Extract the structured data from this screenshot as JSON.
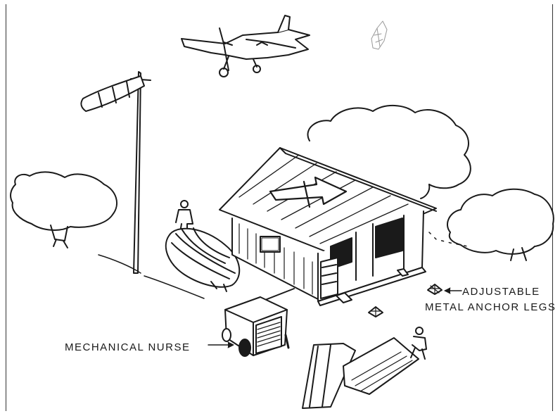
{
  "labels": {
    "mechanical_nurse": "MECHANICAL NURSE",
    "anchor_line1": "ADJUSTABLE",
    "anchor_line2": "METAL ANCHOR LEGS"
  },
  "colors": {
    "ink": "#1a1a1a",
    "paper": "#ffffff"
  }
}
